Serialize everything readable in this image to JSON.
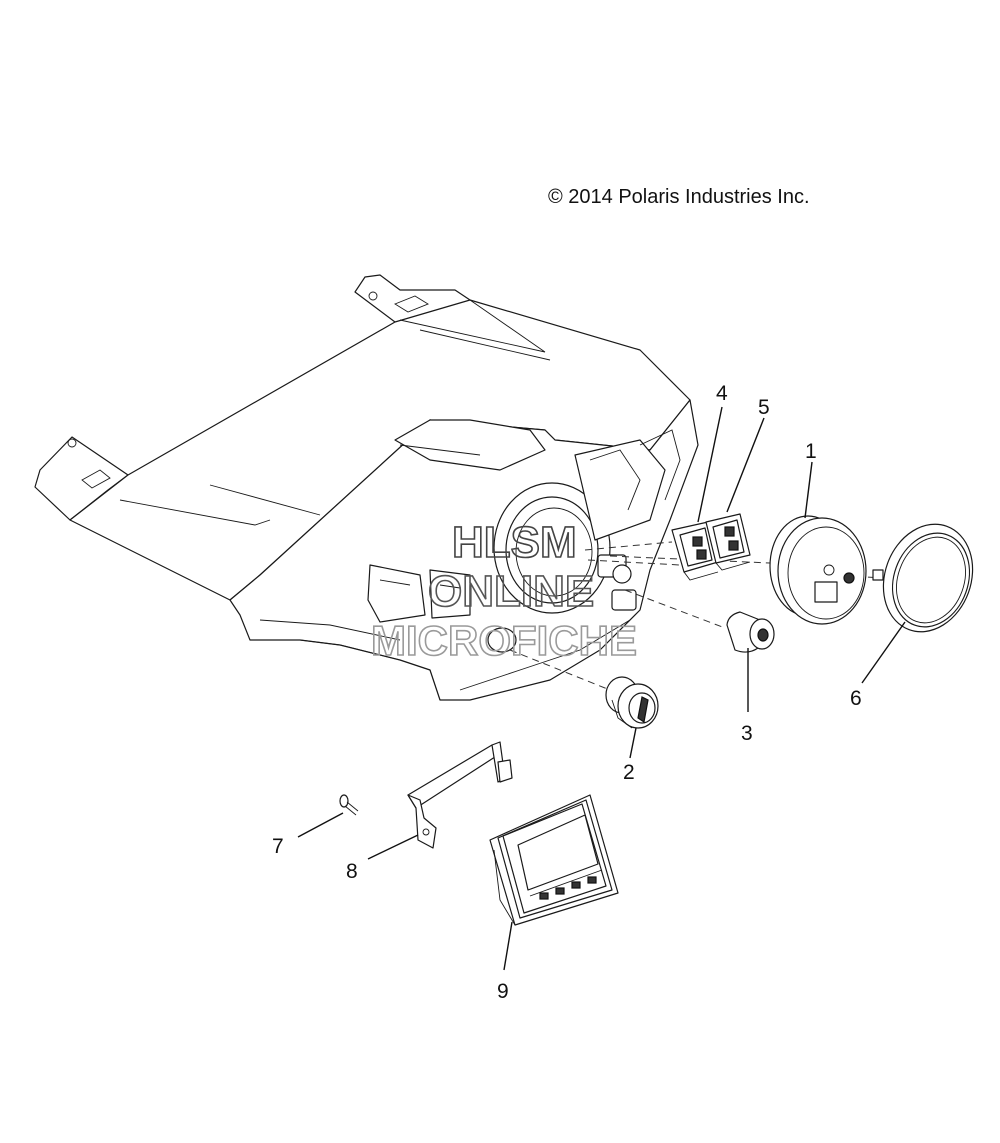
{
  "copyright": "© 2014 Polaris Industries Inc.",
  "watermark": {
    "line1": "HLSM",
    "line2": "ONLINE",
    "line3": "MICROFICHE"
  },
  "callouts": [
    "1",
    "2",
    "3",
    "4",
    "5",
    "6",
    "7",
    "8",
    "9"
  ],
  "colors": {
    "line": "#1a1a1a",
    "background": "#ffffff",
    "watermark": "#555555"
  }
}
